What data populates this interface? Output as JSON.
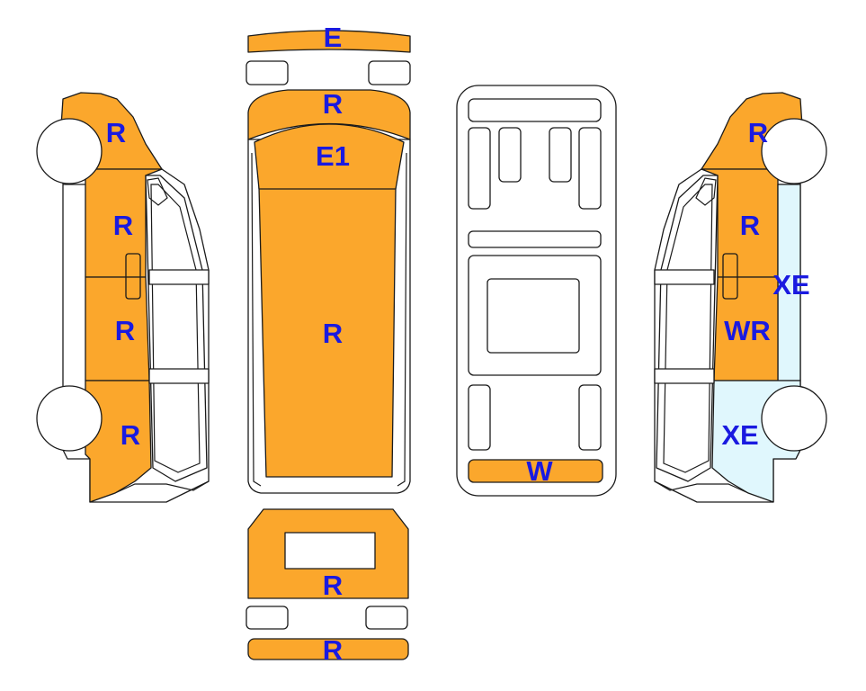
{
  "colors": {
    "R": "#fba72c",
    "E": "#fba72c",
    "E1": "#fba72c",
    "W": "#fba72c",
    "WR": "#fba72c",
    "XE": "#e0f7fd",
    "none": "#ffffff",
    "label": "#1a1ae0",
    "outline": "#1a1a1a"
  },
  "views": {
    "left": {
      "hood": {
        "code": "R"
      },
      "front_door": {
        "code": "R"
      },
      "mid_panel": {
        "code": "R"
      },
      "rear_panel": {
        "code": "R"
      }
    },
    "top": {
      "front_bumper": {
        "code": "E"
      },
      "hood": {
        "code": "R"
      },
      "windshield": {
        "code": "E1"
      },
      "roof": {
        "code": "R"
      }
    },
    "underbody": {
      "rear_bar": {
        "code": "W"
      }
    },
    "rear": {
      "rear_door": {
        "code": "R"
      },
      "rear_bumper": {
        "code": "R"
      }
    },
    "right": {
      "hood": {
        "code": "R"
      },
      "front_door": {
        "code": "R"
      },
      "mid_upper": {
        "code": "XE"
      },
      "mid_panel": {
        "code": "WR"
      },
      "rear_panel": {
        "code": "XE"
      }
    }
  }
}
